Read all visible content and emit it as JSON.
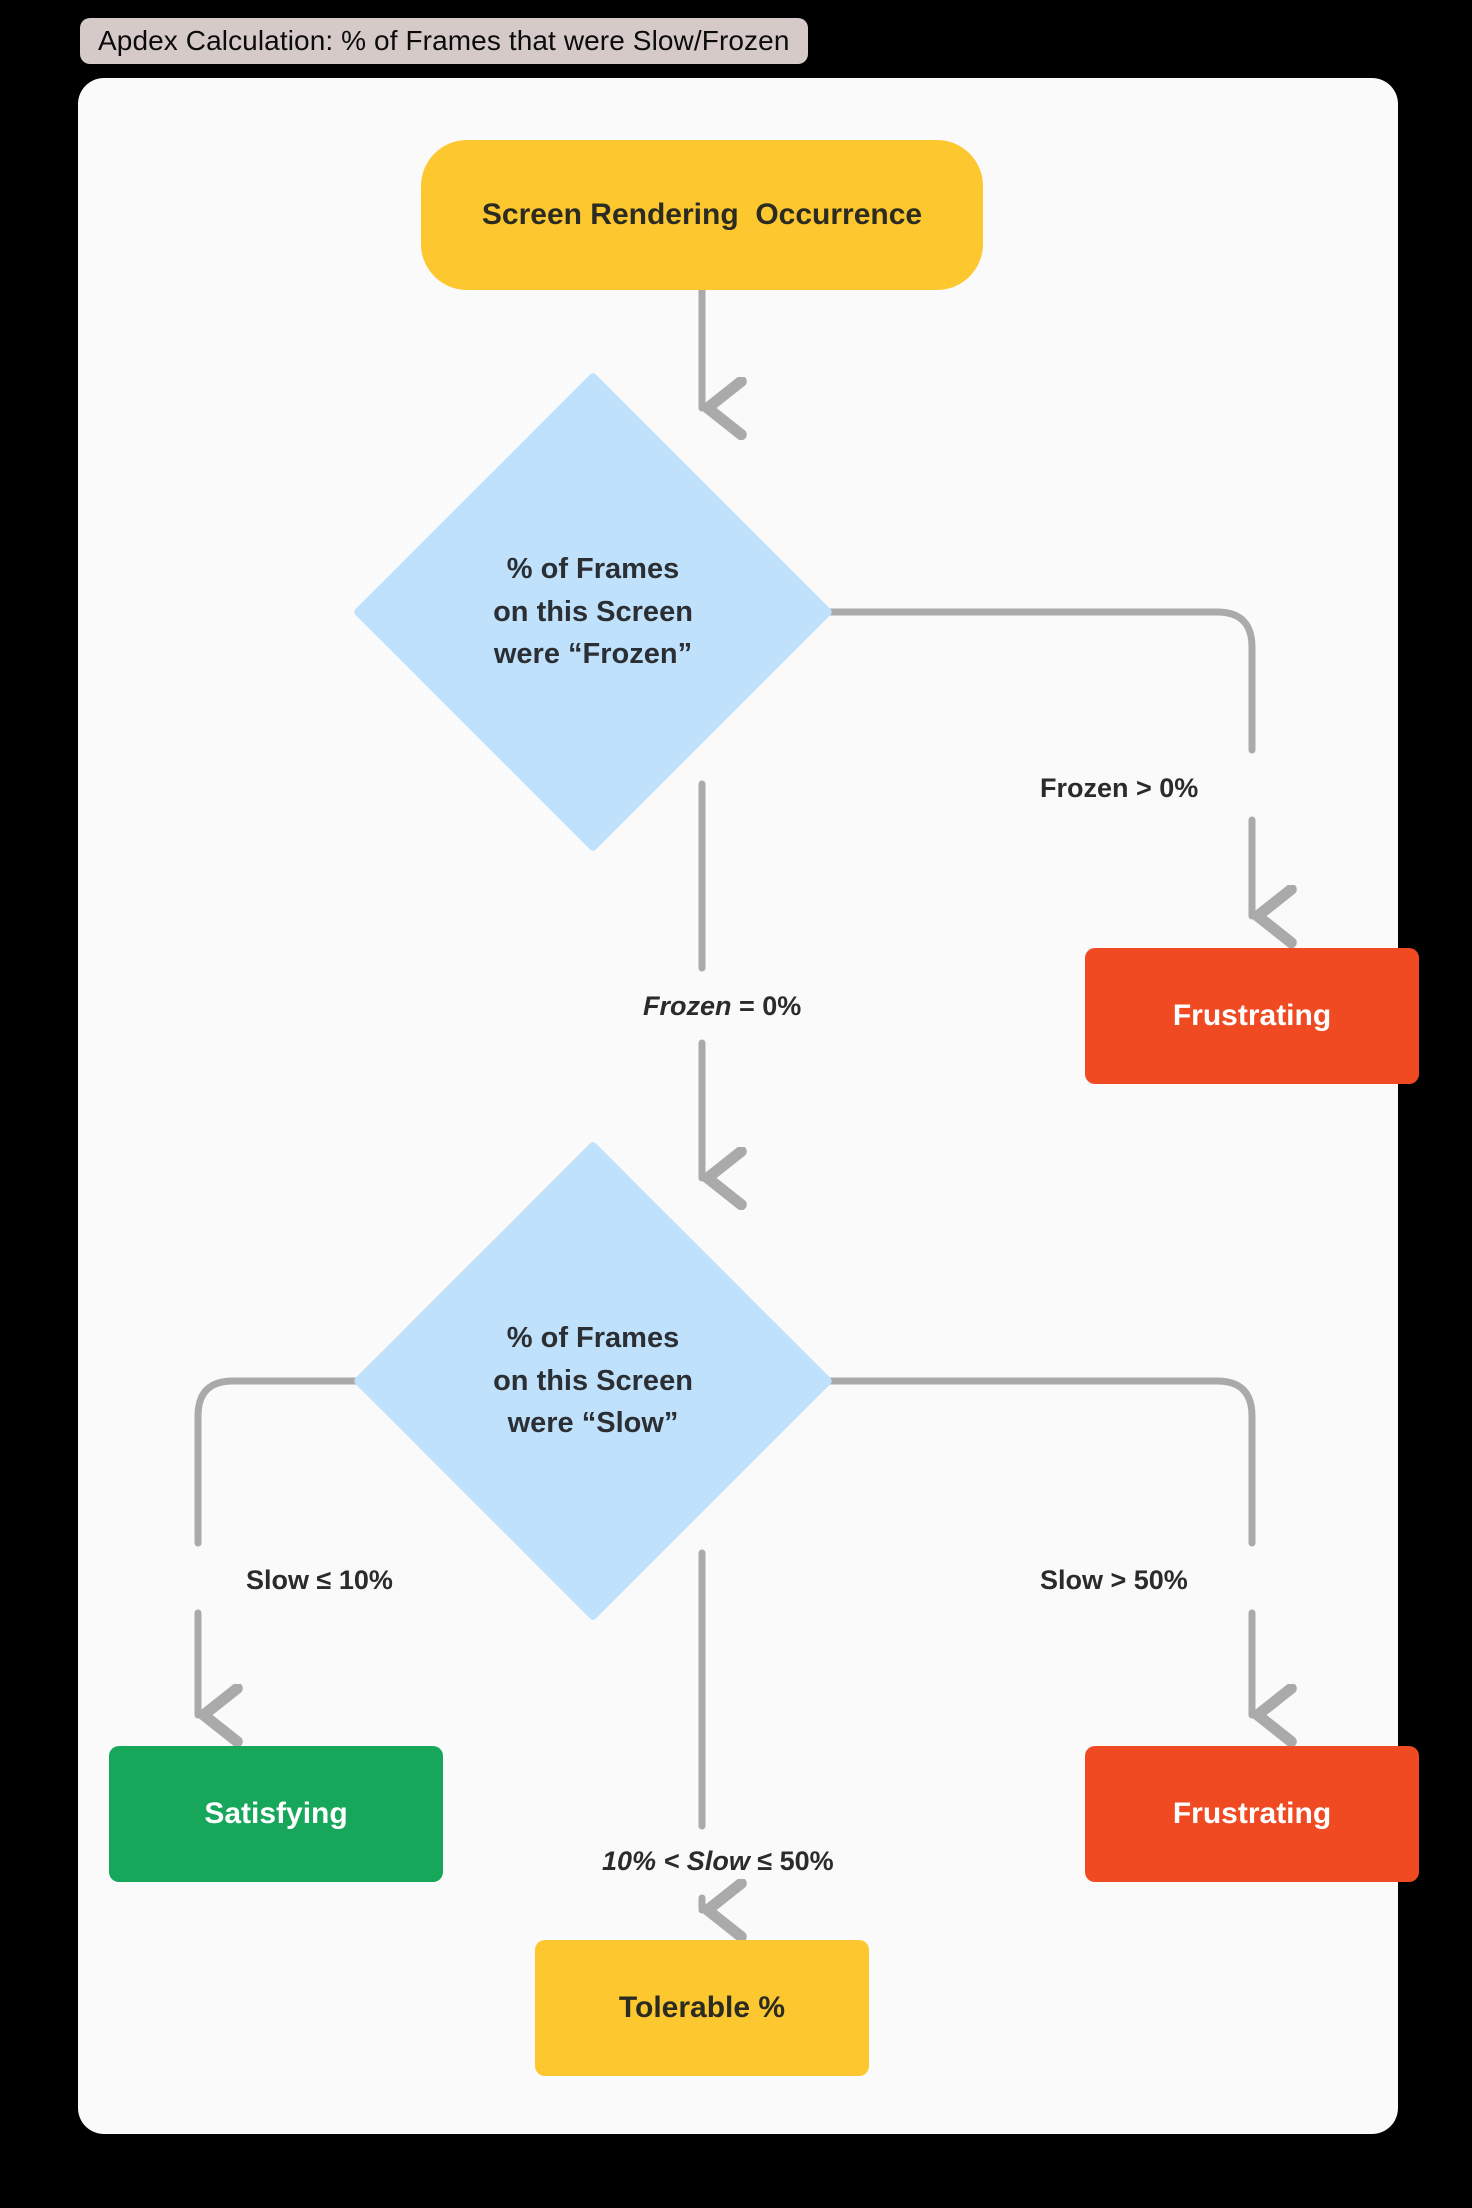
{
  "page": {
    "title": "Apdex Calculation: % of Frames that were Slow/Frozen",
    "background_color": "#000000",
    "card_color": "#fafafa",
    "title_pill_color": "#d6cac9"
  },
  "palette": {
    "yellow": "#fcc72f",
    "light_blue": "#bfe1fb",
    "red": "#f04a23",
    "green": "#16a75b",
    "connector_gray": "#aaaaaa",
    "dark_text": "#2b2f33"
  },
  "chart_data": {
    "type": "diagram",
    "title": "Apdex Calculation: % of Frames that were Slow/Frozen",
    "nodes": [
      {
        "id": "start",
        "shape": "pill",
        "label": "Screen Rendering  Occurrence",
        "color": "#fcc72f"
      },
      {
        "id": "frozen",
        "shape": "diamond",
        "label": "% of Frames\non this Screen\nwere “Frozen”",
        "color": "#bfe1fb"
      },
      {
        "id": "slow",
        "shape": "diamond",
        "label": "% of Frames\non this Screen\nwere “Slow”",
        "color": "#bfe1fb"
      },
      {
        "id": "frustrating-1",
        "shape": "rect",
        "label": "Frustrating",
        "color": "#f04a23"
      },
      {
        "id": "frustrating-2",
        "shape": "rect",
        "label": "Frustrating",
        "color": "#f04a23"
      },
      {
        "id": "satisfying",
        "shape": "rect",
        "label": "Satisfying",
        "color": "#16a75b"
      },
      {
        "id": "tolerable",
        "shape": "rect",
        "label": "Tolerable %",
        "color": "#fcc72f"
      }
    ],
    "edges": [
      {
        "from": "start",
        "to": "frozen",
        "label": ""
      },
      {
        "from": "frozen",
        "to": "frustrating-1",
        "label": "Frozen > 0%"
      },
      {
        "from": "frozen",
        "to": "slow",
        "label": "Frozen  = 0%"
      },
      {
        "from": "slow",
        "to": "satisfying",
        "label": "Slow ≤ 10%"
      },
      {
        "from": "slow",
        "to": "tolerable",
        "label": "10% < Slow  ≤ 50%"
      },
      {
        "from": "slow",
        "to": "frustrating-2",
        "label": "Slow > 50%"
      }
    ]
  },
  "nodes": {
    "start": {
      "label": "Screen Rendering  Occurrence"
    },
    "frozen_decision": {
      "label": "% of Frames\non this Screen\nwere “Frozen”"
    },
    "slow_decision": {
      "label": "% of Frames\non this Screen\nwere “Slow”"
    },
    "frustrating_1": {
      "label": "Frustrating"
    },
    "frustrating_2": {
      "label": "Frustrating"
    },
    "satisfying": {
      "label": "Satisfying"
    },
    "tolerable": {
      "label": "Tolerable %"
    }
  },
  "edge_labels": {
    "frozen_gt": {
      "text": "Frozen > 0%"
    },
    "frozen_eq": {
      "italic": "Frozen",
      "rest": "  = 0%"
    },
    "slow_le": {
      "text": "Slow ≤ 10%"
    },
    "slow_gt": {
      "text": "Slow > 50%"
    },
    "slow_mid": {
      "italic": "10% < Slow",
      "rest": "  ≤ 50%"
    }
  }
}
